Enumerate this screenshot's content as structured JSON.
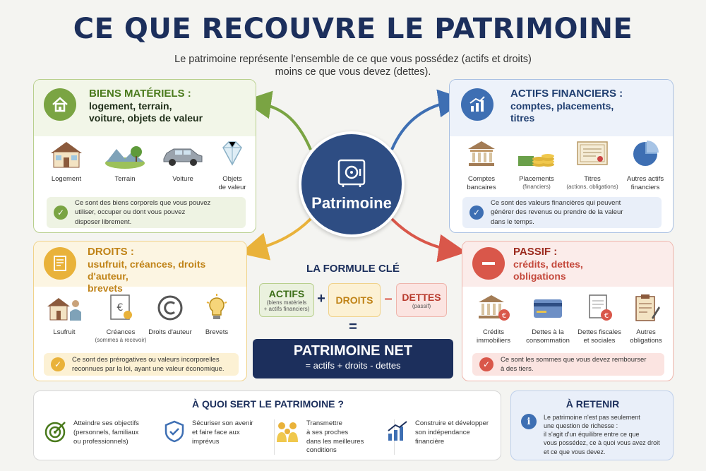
{
  "header": {
    "title": "CE QUE RECOUVRE LE PATRIMOINE",
    "subtitle_line1": "Le patrimoine représente l'ensemble de ce que vous possédez (actifs et droits)",
    "subtitle_line2": "moins ce que vous devez (dettes)."
  },
  "center": {
    "label": "Patrimoine"
  },
  "biens": {
    "title": "BIENS MATÉRIELS :",
    "subtitle_l1": "logement, terrain,",
    "subtitle_l2": "voiture, objets de valeur",
    "items": [
      {
        "label": "Logement",
        "icon": "house-icon"
      },
      {
        "label": "Terrain",
        "icon": "land-icon"
      },
      {
        "label": "Voiture",
        "icon": "car-icon"
      },
      {
        "label": "Objets",
        "label2": "de valeur",
        "icon": "diamond-icon"
      }
    ],
    "note_l1": "Ce sont des biens corporels que vous pouvez",
    "note_l2": "utiliser, occuper ou dont vous pouvez",
    "note_l3": "disposer librement.",
    "color": "#7aa443"
  },
  "actifs": {
    "title": "ACTIFS FINANCIERS :",
    "subtitle_l1": "comptes, placements,",
    "subtitle_l2": "titres",
    "items": [
      {
        "label": "Comptes",
        "label2": "bancaires",
        "icon": "bank-icon"
      },
      {
        "label": "Placements",
        "label2": "(financiers)",
        "icon": "coins-icon"
      },
      {
        "label": "Titres",
        "label2": "(actions, obligations)",
        "icon": "certificate-icon"
      },
      {
        "label": "Autres actifs",
        "label2": "financiers",
        "icon": "pie-chart-icon"
      }
    ],
    "note_l1": "Ce sont des valeurs financières qui peuvent",
    "note_l2": "générer des revenus ou prendre de la valeur",
    "note_l3": "dans le temps.",
    "color": "#3e6fb3"
  },
  "droits": {
    "title": "DROITS :",
    "subtitle_l1": "usufruit, créances, droits d'auteur,",
    "subtitle_l2": "brevets",
    "items": [
      {
        "label": "Lsufruit",
        "icon": "usufruct-icon"
      },
      {
        "label": "Créances",
        "label2": "(sommes à recevoir)",
        "icon": "receivable-icon"
      },
      {
        "label": "Droits d'auteur",
        "icon": "copyright-icon"
      },
      {
        "label": "Brevets",
        "icon": "lightbulb-icon"
      }
    ],
    "note_l1": "Ce sont des prérogatives ou valeurs incorporelles",
    "note_l2": "reconnues par la loi, ayant une valeur économique.",
    "color": "#e9b23a"
  },
  "passif": {
    "title": "PASSIF :",
    "subtitle_l1": "crédits, dettes,",
    "subtitle_l2": "obligations",
    "items": [
      {
        "label": "Crédits",
        "label2": "immobiliers",
        "icon": "bank-euro-icon"
      },
      {
        "label": "Dettes à la",
        "label2": "consommation",
        "icon": "credit-card-icon"
      },
      {
        "label": "Dettes fiscales",
        "label2": "et sociales",
        "icon": "tax-document-icon"
      },
      {
        "label": "Autres",
        "label2": "obligations",
        "icon": "clipboard-icon"
      }
    ],
    "note_l1": "Ce sont les sommes que vous devez rembourser",
    "note_l2": "à des tiers.",
    "color": "#d9574a"
  },
  "formula": {
    "title": "LA FORMULE CLÉ",
    "actifs": "ACTIFS",
    "actifs_sub_l1": "(biens matériels",
    "actifs_sub_l2": "+ actifs financiers)",
    "plus": "+",
    "droits": "DROITS",
    "minus": "–",
    "dettes": "DETTES",
    "dettes_sub": "(passif)",
    "equals": "=",
    "result": "PATRIMOINE NET",
    "result_sub": "= actifs + droits - dettes"
  },
  "usage": {
    "title": "À QUOI SERT LE PATRIMOINE ?",
    "items": [
      {
        "l1": "Atteindre ses objectifs",
        "l2": "(personnels, familiaux",
        "l3": "ou professionnels)",
        "icon": "target-icon"
      },
      {
        "l1": "Sécuriser son avenir",
        "l2": "et faire face aux",
        "l3": "imprévus",
        "icon": "shield-check-icon"
      },
      {
        "l1": "Transmettre",
        "l2": "à ses proches",
        "l3": "dans les meilleures",
        "l4": "conditions",
        "icon": "family-icon"
      },
      {
        "l1": "Construire et développer",
        "l2": "son indépendance",
        "l3": "financière",
        "icon": "growth-chart-icon"
      }
    ]
  },
  "retenir": {
    "title": "À RETENIR",
    "l1": "Le patrimoine n'est pas seulement",
    "l2": "une question de richesse :",
    "l3": "il s'agit d'un équilibre entre ce que",
    "l4": "vous possédez, ce à quoi vous avez droit",
    "l5": "et ce que vous devez."
  }
}
